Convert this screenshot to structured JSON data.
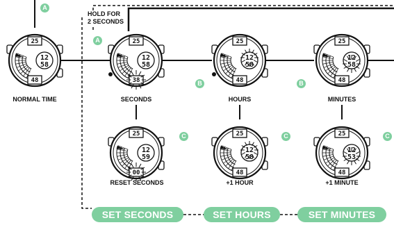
{
  "hold_note": [
    "HOLD FOR",
    "2 SECONDS"
  ],
  "button_labels": {
    "a": "A",
    "b": "B",
    "c": "C"
  },
  "watches": [
    {
      "id": "normal-time",
      "label": "NORMAL TIME",
      "top": "25",
      "time_top": "12",
      "time_bottom": "58",
      "bottom": "48",
      "crown_dot": false
    },
    {
      "id": "seconds",
      "label": "SECONDS",
      "top": "25",
      "time_top": "12",
      "time_bottom": "58",
      "bottom": "38",
      "blink": "bottom",
      "crown_dot": true
    },
    {
      "id": "hours",
      "label": "HOURS",
      "top": "25",
      "time_top": "12",
      "time_bottom": "58",
      "bottom": "48",
      "blink": "hour",
      "crown_dot": true
    },
    {
      "id": "minutes",
      "label": "MINUTES",
      "top": "25",
      "time_top": "12",
      "time_bottom": "58",
      "bottom": "48",
      "blink": "minute",
      "crown_dot": false
    },
    {
      "id": "reset-seconds",
      "label": "RESET SECONDS",
      "top": "25",
      "time_top": "12",
      "time_bottom": "59",
      "bottom": "00",
      "blink": "bottom",
      "crown_dot": false
    },
    {
      "id": "plus-one-hour",
      "label": "+1 HOUR",
      "top": "25",
      "time_top": "12",
      "time_bottom": "58",
      "bottom": "48",
      "blink": "hour",
      "crown_dot": false
    },
    {
      "id": "plus-one-minute",
      "label": "+1 MINUTE",
      "top": "25",
      "time_top": "12",
      "time_bottom": "53",
      "bottom": "48",
      "blink": "minute",
      "crown_dot": false
    }
  ],
  "modes": [
    {
      "id": "set-seconds",
      "label": "SET SECONDS"
    },
    {
      "id": "set-hours",
      "label": "SET HOURS"
    },
    {
      "id": "set-minutes",
      "label": "SET MINUTES"
    }
  ],
  "colors": {
    "accent": "#7fcf9f",
    "ink": "#111111",
    "paper": "#ffffff"
  }
}
